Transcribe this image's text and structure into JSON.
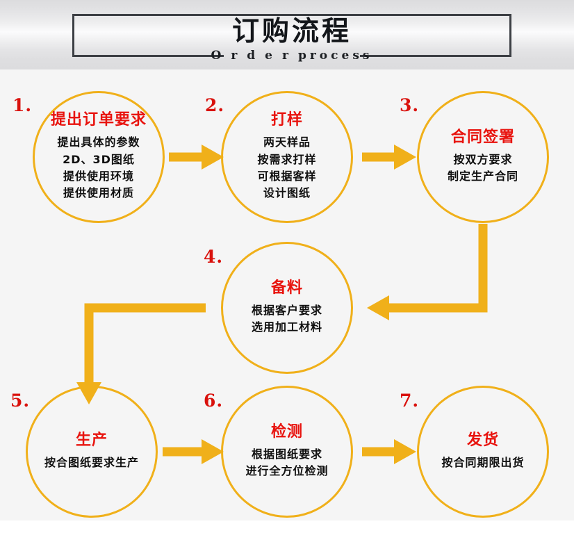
{
  "header": {
    "title_cn": "订购流程",
    "title_en_part1": "Order",
    "title_en_part2": "process"
  },
  "colors": {
    "accent_gold": "#F0B01A",
    "title_red": "#E8130E",
    "number_red": "#D9110C",
    "body_text": "#101010",
    "header_border": "#3c3f44",
    "page_background": "#f5f5f5"
  },
  "flow": {
    "nodes": [
      {
        "number": "1.",
        "title": "提出订单要求",
        "lines": [
          "提出具体的参数",
          "2D、3D图纸",
          "提供使用环境",
          "提供使用材质"
        ]
      },
      {
        "number": "2.",
        "title": "打样",
        "lines": [
          "两天样品",
          "按需求打样",
          "可根据客样",
          "设计图纸"
        ]
      },
      {
        "number": "3.",
        "title": "合同签署",
        "lines": [
          "按双方要求",
          "制定生产合同"
        ]
      },
      {
        "number": "4.",
        "title": "备料",
        "lines": [
          "根据客户要求",
          "选用加工材料"
        ]
      },
      {
        "number": "5.",
        "title": "生产",
        "lines": [
          "按合图纸要求生产"
        ]
      },
      {
        "number": "6.",
        "title": "检测",
        "lines": [
          "根据图纸要求",
          "进行全方位检测"
        ]
      },
      {
        "number": "7.",
        "title": "发货",
        "lines": [
          "按合同期限出货"
        ]
      }
    ],
    "connectors": [
      {
        "from": "1",
        "to": "2",
        "shape": "straight-right"
      },
      {
        "from": "2",
        "to": "3",
        "shape": "straight-right"
      },
      {
        "from": "3",
        "to": "4",
        "shape": "down-then-left"
      },
      {
        "from": "4",
        "to": "5",
        "shape": "left-then-down"
      },
      {
        "from": "5",
        "to": "6",
        "shape": "straight-right"
      },
      {
        "from": "6",
        "to": "7",
        "shape": "straight-right"
      }
    ]
  }
}
